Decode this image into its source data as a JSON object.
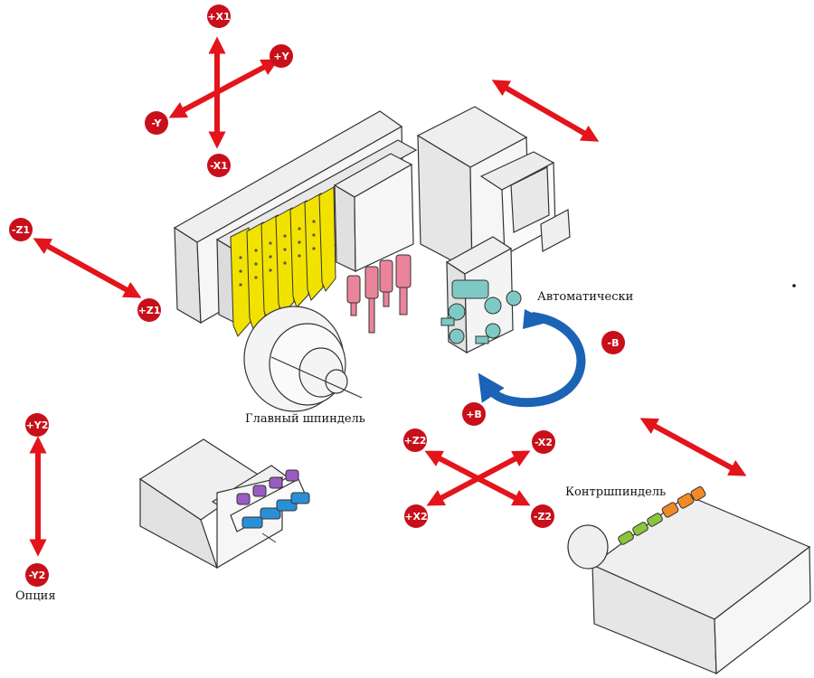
{
  "colors": {
    "axis_arrow": "#e3141b",
    "badge": "#c8101a",
    "rotation_arrow": "#1a63b5",
    "machine_fill": "#efefef",
    "machine_stroke": "#333333",
    "tool_yellow": "#f2e200",
    "tool_pink": "#e9849b",
    "tool_teal": "#7fc9c4",
    "tool_purple": "#9a5cc2",
    "tool_blue": "#2a8fd6",
    "tool_green": "#8cc43c",
    "tool_orange": "#f08a24"
  },
  "axes": {
    "plus_x1": "+X1",
    "minus_x1": "-X1",
    "plus_y": "+Y",
    "minus_y": "-Y",
    "minus_z1": "-Z1",
    "plus_z1": "+Z1",
    "plus_y2": "+Y2",
    "minus_y2": "-Y2",
    "plus_z2": "+Z2",
    "minus_x2": "-X2",
    "plus_x2": "+X2",
    "minus_z2": "-Z2",
    "minus_b": "-B",
    "plus_b": "+B"
  },
  "labels": {
    "automatic": "Автоматически",
    "main_spindle": "Главный шпиндель",
    "counter_spindle": "Контршпиндель",
    "option": "Опция"
  },
  "icons": {
    "axis_arrow": "double-arrow-icon",
    "rotation": "rotation-arrow-icon",
    "dot": "dot-icon"
  }
}
